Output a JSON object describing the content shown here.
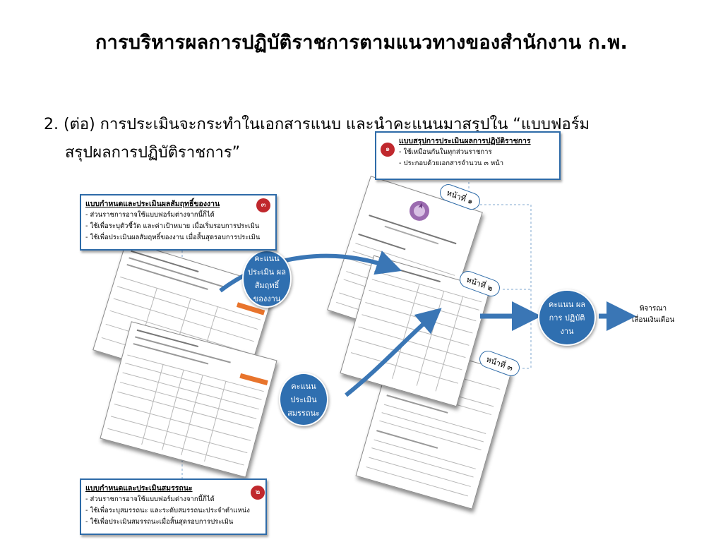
{
  "title": "การบริหารผลการปฏิบัติราชการตามแนวทางของสำนักงาน ก.พ.",
  "subtitle": {
    "line1": "2. (ต่อ) การประเมินจะกระทำในเอกสารแนบ และนำคะแนนมาสรุปใน “แบบฟอร์ม",
    "line2": "สรุปผลการปฏิบัติราชการ”"
  },
  "callouts": {
    "summary": {
      "badge": "๑",
      "heading": "แบบสรุปการประเมินผลการปฏิบัติราชการ",
      "items": [
        "- ใช้เหมือนกันในทุกส่วนราชการ",
        "- ประกอบด้วยเอกสารจำนวน ๓ หน้า"
      ]
    },
    "achievement": {
      "badge": "๓",
      "heading": "แบบกำหนดและประเมินผลสัมฤทธิ์ของงาน",
      "items": [
        "- ส่วนราชการอาจใช้แบบฟอร์มต่างจากนี้ก็ได้",
        "- ใช้เพื่อระบุตัวชี้วัด และค่าเป้าหมาย เมื่อเริ่มรอบการประเมิน",
        "- ใช้เพื่อประเมินผลสัมฤทธิ์ของงาน เมื่อสิ้นสุดรอบการประเมิน"
      ]
    },
    "competency": {
      "badge": "๒",
      "heading": "แบบกำหนดและประเมินสมรรถนะ",
      "items": [
        "- ส่วนราชการอาจใช้แบบฟอร์มต่างจากนี้ก็ได้",
        "- ใช้เพื่อระบุสมรรถนะ และระดับสมรรถนะประจำตำแหน่ง",
        "- ใช้เพื่อประเมินสมรรถนะเมื่อสิ้นสุดรอบการประเมิน"
      ]
    }
  },
  "page_tags": [
    "หน้าที่ ๑",
    "หน้าที่ ๒",
    "หน้าที่ ๓"
  ],
  "circles": {
    "achievement_score": "คะแนน ประเมิน ผลสัมฤทธิ์ ของงาน",
    "competency_score": "คะแนน ประเมิน สมรรถนะ",
    "performance_score": "คะแนน ผลการ ปฏิบัติงาน"
  },
  "final": {
    "line1": "พิจารณา",
    "line2": "เลื่อนเงินเดือน"
  },
  "colors": {
    "accent_blue": "#2f6fb0",
    "badge_red": "#c0282d",
    "tab_orange": "#e8742c"
  }
}
